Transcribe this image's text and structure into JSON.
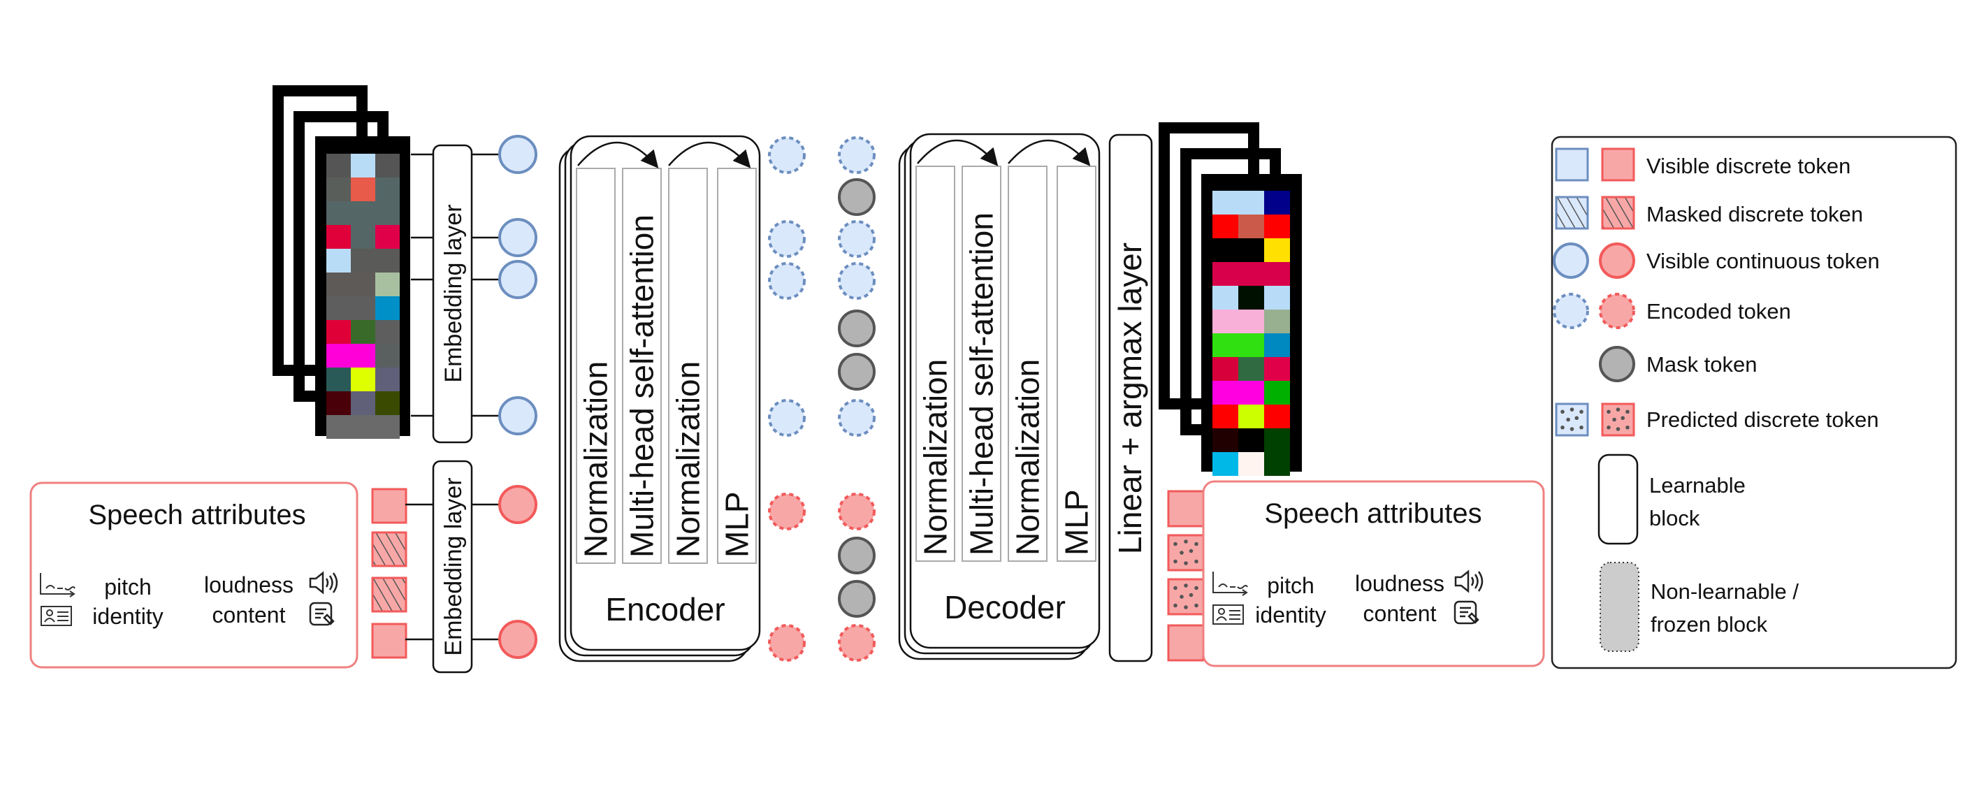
{
  "colors": {
    "blue_fill": "#dae8fc",
    "blue_stroke": "#6c8ebf",
    "red_fill": "#f8a7a7",
    "red_stroke": "#f25a5a",
    "mask_fill": "#b3b3b3",
    "mask_stroke": "#555555",
    "frozen_fill": "#cccccc"
  },
  "input": {
    "embedding_top_label": "Embedding layer",
    "embedding_bottom_label": "Embedding layer",
    "spectrogram_cells": [
      [
        "#555",
        "#b8dcf5",
        "#555"
      ],
      [
        "#5a5e5a",
        "#e85a4a",
        "#566"
      ],
      [
        "#566",
        "#566",
        "#566"
      ],
      [
        "#e0003a",
        "#566",
        "#e0004a"
      ],
      [
        "#b8dcf5",
        "#5a5a58",
        "#5a5a58"
      ],
      [
        "#5e5a58",
        "#5e5a58",
        "#a8c0a0"
      ],
      [
        "#5e5e5e",
        "#5e5e5e",
        "#0090c8"
      ],
      [
        "#e00038",
        "#3a6a2a",
        "#5e5e5e"
      ],
      [
        "#ff00d8",
        "#ff00d8",
        "#5a6060"
      ],
      [
        "#2a5a58",
        "#ddff00",
        "#60607a"
      ],
      [
        "#4a0008",
        "#606078",
        "#3a4a00"
      ],
      [
        "#6a6a6a",
        "#6a6a6a",
        "#6a6a6a"
      ]
    ],
    "continuous_tokens_blue": 4,
    "discrete_tokens_red": [
      "visible",
      "masked",
      "masked",
      "visible"
    ],
    "continuous_tokens_red": 2
  },
  "speech_attributes_left": {
    "title": "Speech attributes",
    "items": [
      {
        "label": "pitch",
        "icon": "pitch-curve-icon"
      },
      {
        "label": "loudness",
        "icon": "speaker-icon"
      },
      {
        "label": "identity",
        "icon": "id-card-icon"
      },
      {
        "label": "content",
        "icon": "content-document-icon"
      }
    ]
  },
  "encoder": {
    "title": "Encoder",
    "sublayers": [
      "Normalization",
      "Multi-head self-attention",
      "Normalization",
      "MLP"
    ]
  },
  "encoded_column": [
    "blue",
    "",
    "blue",
    "blue",
    "",
    "",
    "blue",
    "red",
    "",
    "",
    "red"
  ],
  "decoder_input_column": [
    "blue",
    "mask",
    "blue",
    "blue",
    "mask",
    "mask",
    "blue",
    "red",
    "mask",
    "mask",
    "red"
  ],
  "decoder": {
    "title": "Decoder",
    "sublayers": [
      "Normalization",
      "Multi-head self-attention",
      "Normalization",
      "MLP"
    ]
  },
  "output_layer": {
    "label": "Linear + argmax layer"
  },
  "output": {
    "spectrogram_cells": [
      [
        "#b8dcf8",
        "#b8dcf8",
        "#00008a"
      ],
      [
        "#ff0000",
        "#cc5a4a",
        "#ff0000"
      ],
      [
        "#000000",
        "#000000",
        "#ffe000"
      ],
      [
        "#d8004a",
        "#d8004a",
        "#d8004a"
      ],
      [
        "#b8dcf8",
        "#001000",
        "#b8dcf8"
      ],
      [
        "#f8b0d8",
        "#f8b0d8",
        "#98b090"
      ],
      [
        "#30e010",
        "#30e010",
        "#0088c0"
      ],
      [
        "#d8003a",
        "#306a40",
        "#e0004a"
      ],
      [
        "#ff00e0",
        "#ff00e0",
        "#00b000"
      ],
      [
        "#ff0000",
        "#ccff00",
        "#ff0000"
      ],
      [
        "#200000",
        "#000000",
        "#004000"
      ],
      [
        "#00b8e8",
        "#fff4f0",
        "#004000"
      ]
    ],
    "discrete_tokens_red": [
      "visible",
      "predicted",
      "predicted",
      "visible"
    ]
  },
  "speech_attributes_right": {
    "title": "Speech attributes",
    "items": [
      {
        "label": "pitch",
        "icon": "pitch-curve-icon"
      },
      {
        "label": "loudness",
        "icon": "speaker-icon"
      },
      {
        "label": "identity",
        "icon": "id-card-icon"
      },
      {
        "label": "content",
        "icon": "content-document-icon"
      }
    ]
  },
  "legend": {
    "items": [
      {
        "label": "Visible discrete token",
        "kind": "visible-discrete"
      },
      {
        "label": "Masked discrete token",
        "kind": "masked-discrete"
      },
      {
        "label": "Visible continuous token",
        "kind": "visible-continuous"
      },
      {
        "label": "Encoded token",
        "kind": "encoded"
      },
      {
        "label": "Mask token",
        "kind": "mask"
      },
      {
        "label": "Predicted discrete token",
        "kind": "predicted-discrete"
      }
    ],
    "learnable": {
      "line1": "Learnable",
      "line2": "block"
    },
    "frozen": {
      "line1": "Non-learnable /",
      "line2": "frozen block"
    }
  }
}
